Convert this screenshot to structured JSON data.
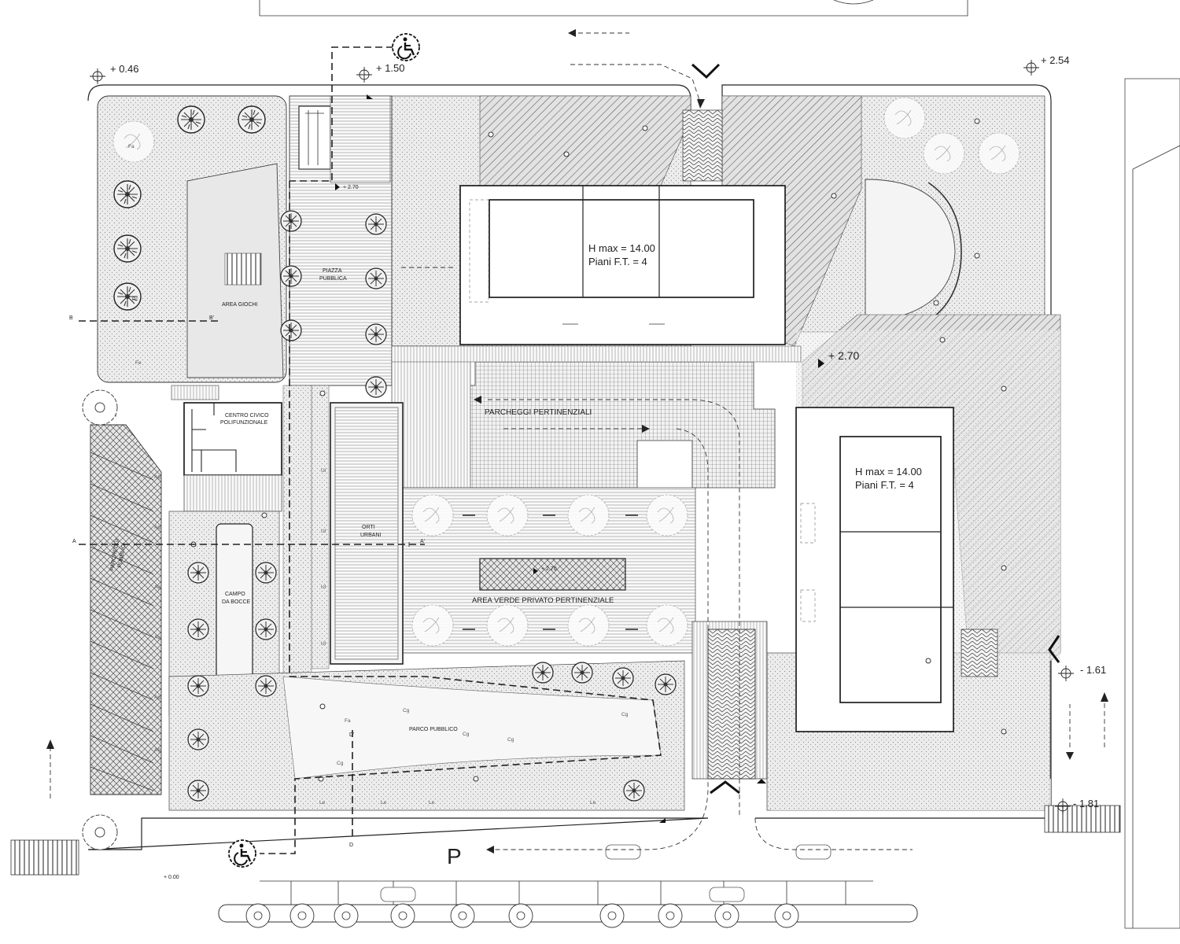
{
  "buildings": [
    {
      "height_label": "H max = 14.00",
      "floors_label": "Piani F.T. = 4"
    },
    {
      "height_label": "H max = 14.00",
      "floors_label": "Piani F.T. = 4"
    }
  ],
  "areas": {
    "piazza_line1": "PIAZZA",
    "piazza_line2": "PUBBLICA",
    "area_giochi": "AREA GIOCHI",
    "centro_line1": "CENTRO CIVICO",
    "centro_line2": "POLIFUNZIONALE",
    "parcheggi_pertinenziali": "PARCHEGGI PERTINENZIALI",
    "orti_line1": "ORTI",
    "orti_line2": "URBANI",
    "area_verde": "AREA VERDE  PRIVATO PERTINENZIALE",
    "campo_line1": "CAMPO",
    "campo_line2": "DA BOCCE",
    "parcheggi_pubblici_line1": "PARCHEGGI",
    "parcheggi_pubblici_line2": "PUBBLICI",
    "parco_pubblico": "PARCO PUBBLICO",
    "parking_symbol": "P"
  },
  "elevations": {
    "nw": "+ 0.46",
    "n_center": "+ 1.50",
    "ne": "+ 2.54",
    "piazza": "+ 2.70",
    "east": "+ 2.70",
    "garden": "+ 2.70",
    "se_upper": "- 1.61",
    "se_lower": "- 1.81",
    "sw": "+ 0.00"
  },
  "sections": {
    "a_left": "A",
    "a_right": "A'",
    "b_left": "B",
    "b_right": "B'",
    "d_top": "D'",
    "d_bottom": "D"
  },
  "species": {
    "fa": "Fa",
    "fe": "Fe",
    "pc": "Pc",
    "ti": "Ti",
    "ag": "Ag",
    "ul": "Ul",
    "cg": "Cg",
    "le": "Le"
  },
  "icons": {
    "accessibility": "wheelchair-icon",
    "elevation_marker": "crosshair-icon",
    "entrance_marker": "chevron-icon",
    "flow_arrow": "dashed-arrow-icon"
  }
}
